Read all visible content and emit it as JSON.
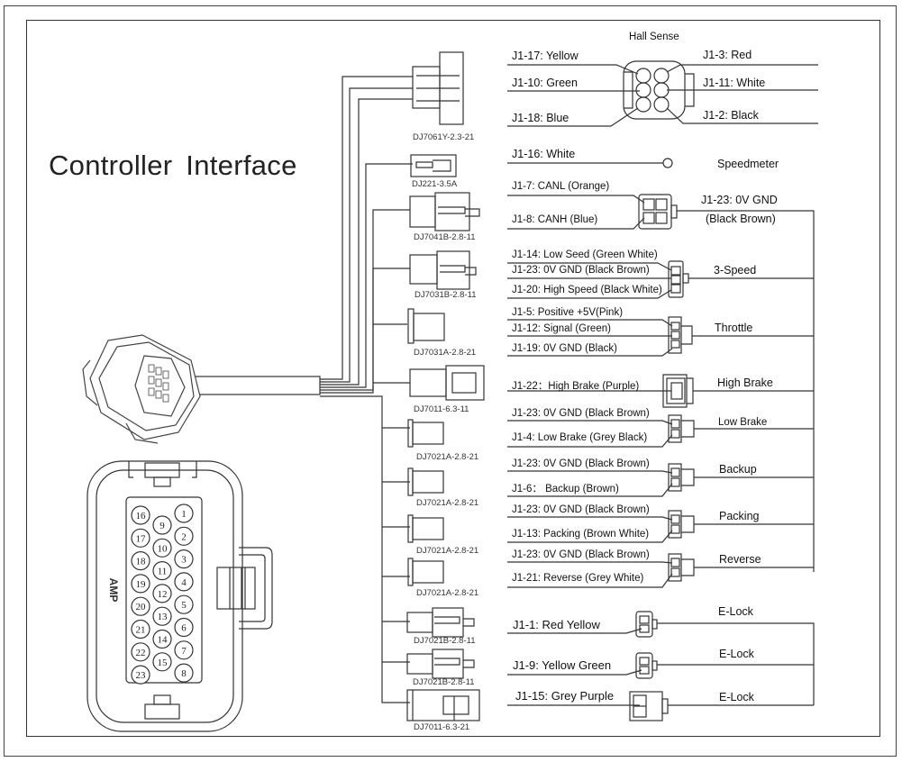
{
  "title": "Controller  Interface",
  "main_connector": {
    "brand": "AMP",
    "pins_left": [
      "16",
      "17",
      "18",
      "19",
      "20",
      "21",
      "22",
      "23"
    ],
    "pins_middle": [
      "9",
      "10",
      "11",
      "12",
      "13",
      "14",
      "15"
    ],
    "pins_right": [
      "1",
      "2",
      "3",
      "4",
      "5",
      "6",
      "7",
      "8"
    ]
  },
  "harness_parts": [
    "DJ7061Y-2.3-21",
    "DJ221-3.5A",
    "DJ7041B-2.8-11",
    "DJ7031B-2.8-11",
    "DJ7031A-2.8-21",
    "DJ7011-6.3-11",
    "DJ7021A-2.8-21",
    "DJ7021A-2.8-21",
    "DJ7021A-2.8-21",
    "DJ7021A-2.8-21",
    "DJ7021B-2.8-11",
    "DJ7021B-2.8-11",
    "DJ7011-6.3-21"
  ],
  "hall_sense": {
    "title": "Hall Sense",
    "left": [
      "J1-17:  Yellow",
      "J1-10:  Green",
      "J1-18:  Blue"
    ],
    "right": [
      "J1-3:     Red",
      "J1-11:  White",
      "J1-2:     Black"
    ]
  },
  "speedometer": {
    "wire": "J1-16:  White",
    "name": "Speedmeter"
  },
  "can": {
    "wires": [
      "J1-7:  CANL (Orange)",
      "J1-8:  CANH (Blue)"
    ],
    "gnd_line1": "J1-23: 0V  GND",
    "gnd_line2": "(Black Brown)"
  },
  "three_speed": {
    "name": "3-Speed",
    "wires": [
      "J1-14: Low Seed (Green White)",
      "J1-23: 0V GND (Black Brown)",
      "J1-20: High Speed (Black White)"
    ]
  },
  "throttle": {
    "name": "Throttle",
    "wires": [
      "J1-5:  Positive +5V(Pink)",
      "J1-12: Signal (Green)",
      "J1-19: 0V GND (Black)"
    ]
  },
  "high_brake": {
    "name": "High Brake",
    "wires": [
      "J1-22：High Brake   (Purple)"
    ]
  },
  "low_brake": {
    "name": "Low Brake",
    "wires": [
      "J1-23:  0V GND (Black Brown)",
      "J1-4:   Low Brake (Grey Black)"
    ]
  },
  "backup": {
    "name": "Backup",
    "wires": [
      "J1-23: 0V GND (Black Brown)",
      "J1-6：  Backup (Brown)"
    ]
  },
  "packing": {
    "name": "Packing",
    "wires": [
      "J1-23:  0V GND (Black Brown)",
      "J1-13: Packing (Brown White)"
    ]
  },
  "reverse": {
    "name": "Reverse",
    "wires": [
      "J1-23: 0V GND (Black Brown)",
      "J1-21: Reverse (Grey White)"
    ]
  },
  "elock": [
    {
      "wire": "J1-1: Red Yellow",
      "name": "E-Lock"
    },
    {
      "wire": "J1-9: Yellow Green",
      "name": "E-Lock"
    },
    {
      "wire": "J1-15: Grey Purple",
      "name": "E-Lock"
    }
  ]
}
